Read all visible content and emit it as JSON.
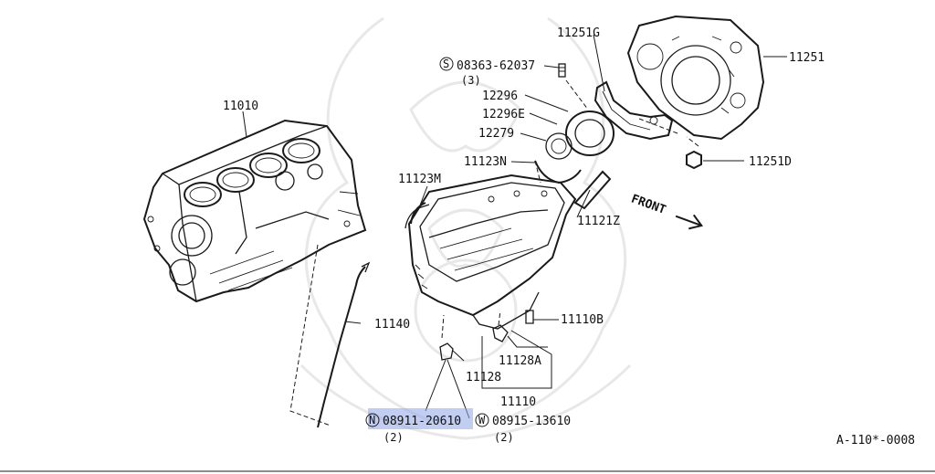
{
  "part_labels": {
    "engine_block": "11010",
    "rear_seal_retainer": "11251",
    "retainer_gasket": "11251G",
    "retainer_nut": "11251D",
    "stud_bolt": "08363-62037",
    "stud_bolt_qty": "(3)",
    "seal_part_a": "12296",
    "seal_part_b": "12296E",
    "oil_seal": "12279",
    "seal_gasket": "11123N",
    "pan_gasket": "11123M",
    "pan_gasket_strip": "11121Z",
    "oil_pan": "11110",
    "pan_bolt": "11110B",
    "drain_plug_a": "11128",
    "drain_plug_b": "11128A",
    "dipstick": "11140",
    "drain_plug": "08911-20610",
    "drain_plug_qty": "(2)",
    "washer": "08915-13610",
    "washer_qty": "(2)"
  },
  "markers": {
    "stud": "S",
    "drain": "N",
    "washer": "W"
  },
  "front_arrow": "FRONT",
  "diagram_code": "A-110*-0008",
  "highlight_color": "#8fa6e6"
}
